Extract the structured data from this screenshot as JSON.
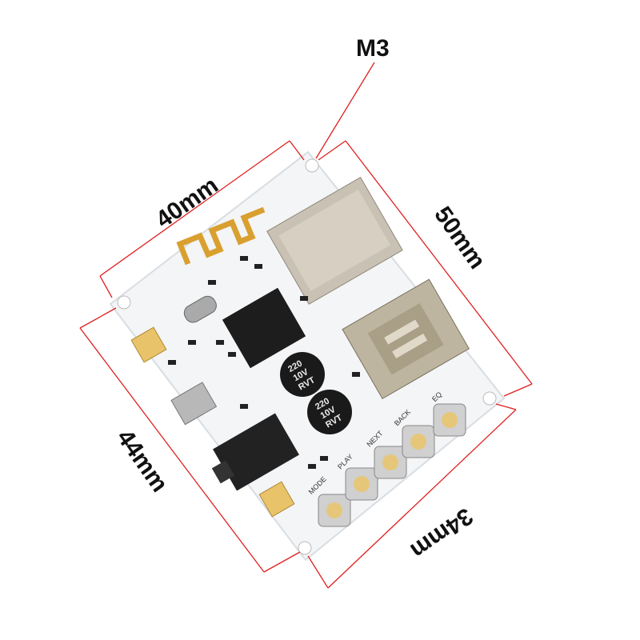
{
  "labels": {
    "hole": "M3",
    "width_top": "40mm",
    "height_right": "50mm",
    "height_left": "44mm",
    "width_bottom": "34mm"
  },
  "capacitors": [
    {
      "value": "220",
      "voltage": "10V",
      "brand": "RVT"
    },
    {
      "value": "220",
      "voltage": "10V",
      "brand": "RVT"
    }
  ],
  "buttons": [
    "MODE",
    "PLAY",
    "NEXT",
    "BACK",
    "EQ"
  ],
  "colors": {
    "dimension_line": "#e02020",
    "board": "#f4f6f8",
    "metal": "#c8c0b0"
  }
}
